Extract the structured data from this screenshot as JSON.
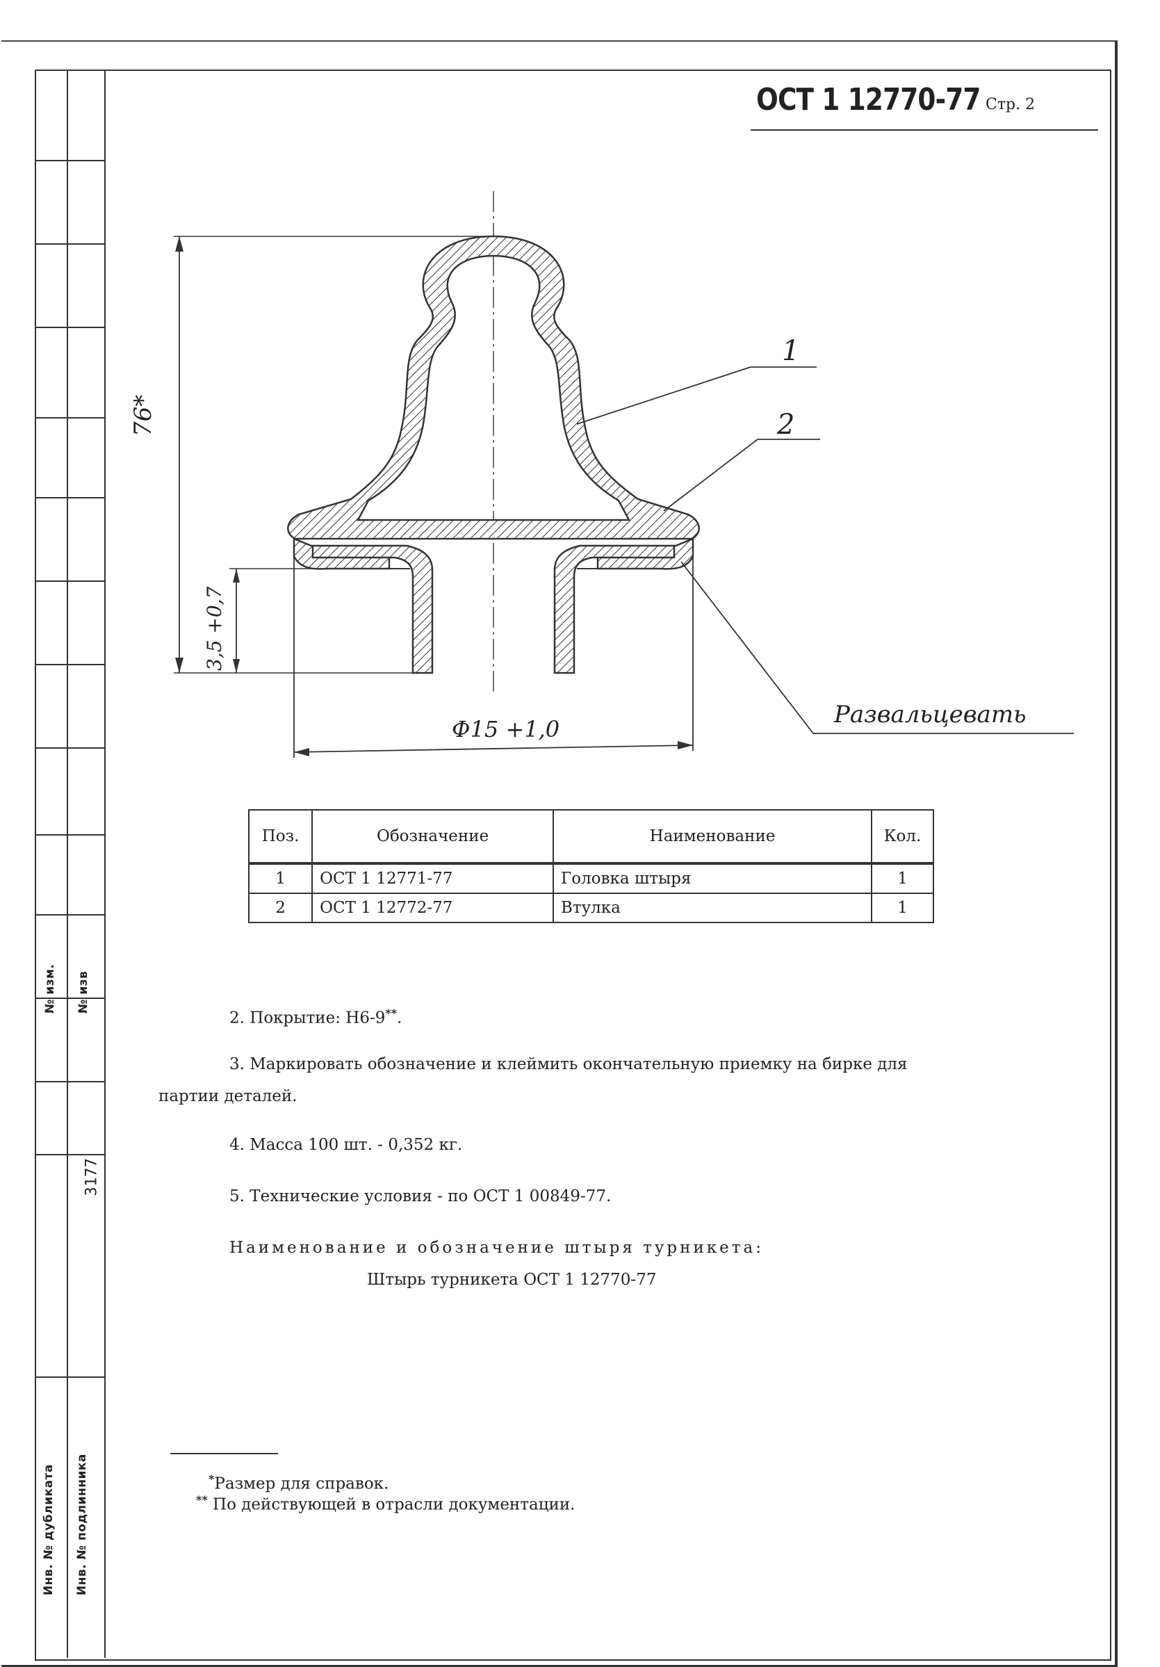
{
  "header": {
    "doc_code": "ОСТ 1 12770-77",
    "page_label": "Стр. 2"
  },
  "side_strip": {
    "change_no": "№ изм.",
    "notice_no": "№ изв",
    "inv_number": "3177",
    "dup_inv": "Инв. № дубликата",
    "orig_inv": "Инв. № подлинника"
  },
  "drawing": {
    "leader_1": "1",
    "leader_2": "2",
    "height_dim": "76*",
    "flange_dim": "3,5 +0,7",
    "diameter_dim": "Ф15 +1,0",
    "flare_note": "Развальцевать"
  },
  "parts_table": {
    "headers": {
      "pos": "Поз.",
      "designation": "Обозначение",
      "name": "Наименование",
      "qty": "Кол."
    },
    "rows": [
      {
        "pos": "1",
        "designation": "ОСТ 1 12771-77",
        "name": "Головка штыря",
        "qty": "1"
      },
      {
        "pos": "2",
        "designation": "ОСТ 1 12772-77",
        "name": "Втулка",
        "qty": "1"
      }
    ]
  },
  "notes": {
    "n2": "2. Покрытие: Н6-9",
    "n2_mark": "**",
    "n3_line1": "3. Маркировать обозначение и клеймить окончательную приемку на бирке для",
    "n3_line2": "партии деталей.",
    "n4": "4. Масса 100 шт. - 0,352 кг.",
    "n5": "5. Технические условия - по ОСТ 1 00849-77.",
    "name_heading": "Наименование и обозначение штыря турникета:",
    "name_value": "Штырь турникета ОСТ 1 12770-77"
  },
  "footnotes": {
    "f1_mark": "*",
    "f1": "Размер для справок.",
    "f2_mark": "**",
    "f2": "По действующей в отрасли документации."
  }
}
